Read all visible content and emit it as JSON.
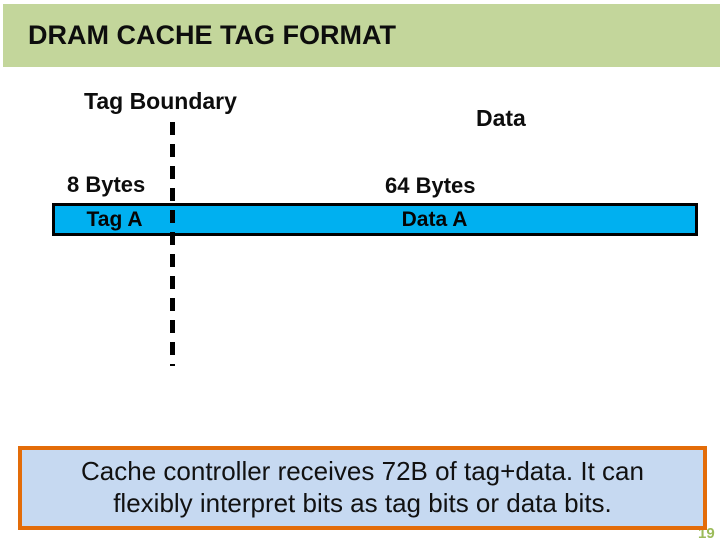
{
  "slide": {
    "title": "DRAM CACHE TAG FORMAT",
    "page_number": "19"
  },
  "diagram": {
    "tag_boundary_label": "Tag Boundary",
    "data_label": "Data",
    "tag_size_label": "8 Bytes",
    "data_size_label": "64 Bytes",
    "tag_cell": "Tag A",
    "data_cell": "Data A"
  },
  "callout": {
    "line1": "Cache controller receives 72B of tag+data. It can",
    "line2": "flexibly interpret bits as tag bits or data bits."
  },
  "colors": {
    "header_green": "#C3D69B",
    "cell_blue": "#00B0F0",
    "callout_fill": "#C6D9F1",
    "callout_border": "#E36C09",
    "page_number_green": "#9BBB59"
  }
}
